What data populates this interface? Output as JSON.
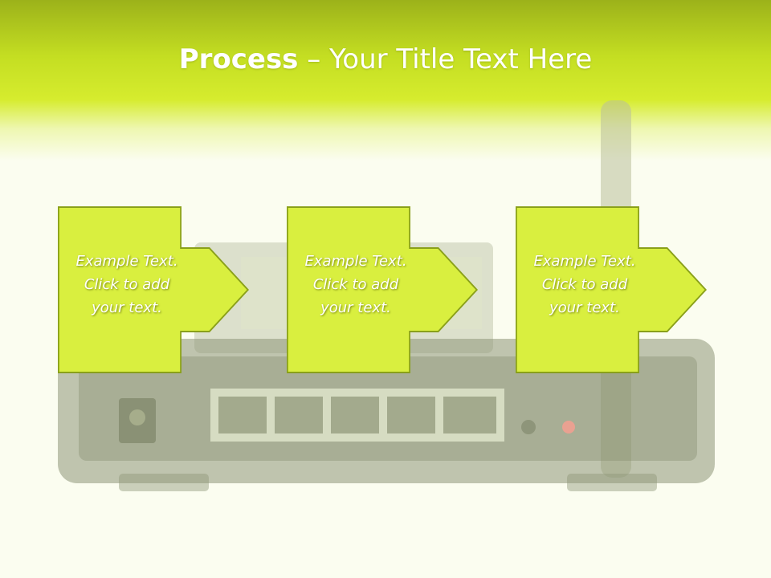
{
  "slide": {
    "title_bold": "Process",
    "title_rest": " – Your Title Text Here",
    "steps": [
      {
        "line1": "Example Text.",
        "line2": "Click  to add",
        "line3": "your text."
      },
      {
        "line1": "Example Text.",
        "line2": "Click  to add",
        "line3": "your text."
      },
      {
        "line1": "Example Text.",
        "line2": "Click  to add",
        "line3": "your text."
      }
    ]
  },
  "colors": {
    "accent": "#d9ef3f",
    "header_top": "#9cb21a",
    "shape_border": "#8aa01a",
    "background": "#fbfdf0"
  },
  "icons": [
    "router-image"
  ]
}
